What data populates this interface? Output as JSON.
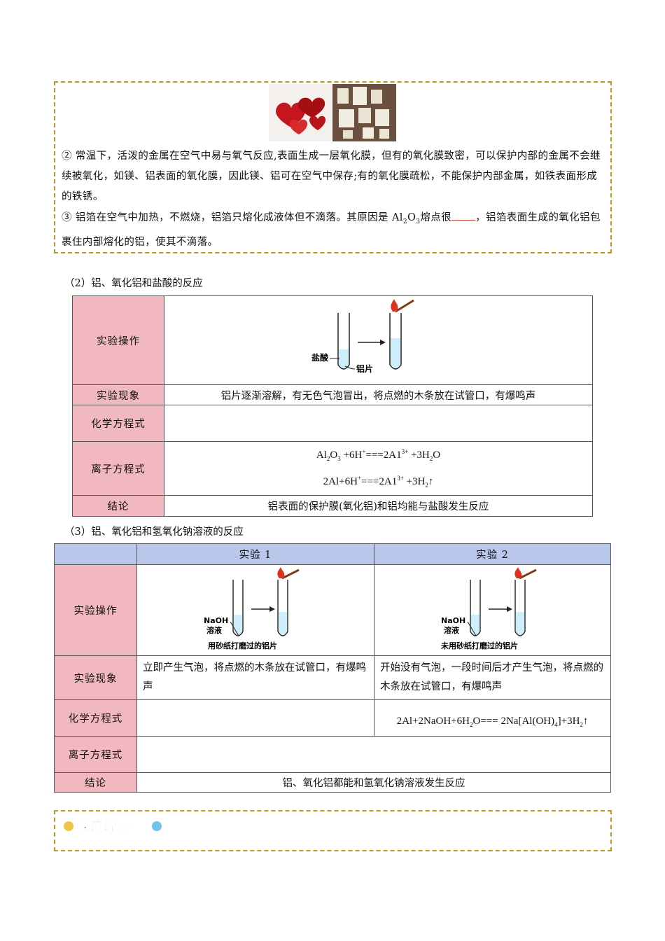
{
  "intro_box": {
    "p2": "② 常温下，活泼的金属在空气中易与氧气反应,表面生成一层氧化膜，但有的氧化膜致密，可以保护内部的金属不会继续被氧化，如镁、铝表面的氧化膜，因此镁、铝可在空气中保存;有的氧化膜疏松，不能保护内部金属，如铁表面形成的铁锈。",
    "p3_before": "③ 铝箔在空气中加热，不燃烧，铝箔只熔化成液体但不滴落。其原因是 Al",
    "p3_sub": "2",
    "p3_mid": "O",
    "p3_sub2": "3",
    "p3_after": "熔点很",
    "p3_tail": "，铝箔表面生成的氧化铝包裹住内部熔化的铝，使其不滴落。"
  },
  "section2": {
    "title": "（2）铝、氧化铝和盐酸的反应",
    "rows": {
      "op_label": "实验操作",
      "phen_label": "实验现象",
      "phen_value": "铝片逐渐溶解，有无色气泡冒出，将点燃的木条放在试管口，有爆鸣声",
      "chem_label": "化学方程式",
      "ion_label": "离子方程式",
      "conc_label": "结论",
      "conc_value": "铝表面的保护膜(氧化铝)和铝均能与盐酸发生反应"
    },
    "figure": {
      "label_acid": "盐酸",
      "label_al": "铝片"
    }
  },
  "section3": {
    "title": "（3）铝、氧化铝和氢氧化钠溶液的反应",
    "head1": "实验 1",
    "head2": "实验 2",
    "op_label": "实验操作",
    "phen_label": "实验现象",
    "chem_label": "化学方程式",
    "ion_label": "离子方程式",
    "conc_label": "结论",
    "phen1": "立即产生气泡，将点燃的木条放在试管口，有爆鸣声",
    "phen2": "开始没有气泡，一段时间后才产生气泡，将点燃的木条放在试管口，有爆鸣声",
    "conc_value": "铝、氧化铝都能和氢氧化钠溶液发生反应",
    "fig1": {
      "l1": "NaOH",
      "l2": "溶液",
      "caption": "用砂纸打磨过的铝片"
    },
    "fig2": {
      "l1": "NaOH",
      "l2": "溶液",
      "caption": "未用砂纸打磨过的铝片"
    }
  },
  "logo_text": "深度理解",
  "colors": {
    "label_bg": "#f2b8c0",
    "head_bg": "#b8c7ea",
    "dash_border": "#b8971f"
  }
}
